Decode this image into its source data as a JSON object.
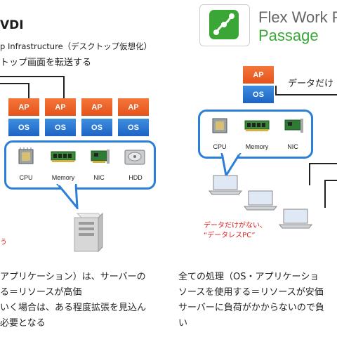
{
  "left_panel": {
    "title": "VDI",
    "subtitle": "p Infrastructure（デスクトップ仮想化）",
    "subtitle2": "トップ画面を転送する",
    "stacks": [
      {
        "ap": "AP",
        "os": "OS"
      },
      {
        "ap": "AP",
        "os": "OS"
      },
      {
        "ap": "AP",
        "os": "OS"
      },
      {
        "ap": "AP",
        "os": "OS"
      }
    ],
    "hardware": [
      "CPU",
      "Memory",
      "NIC",
      "HDD"
    ],
    "red_fragment": "う",
    "description": [
      "アプリケーション）は、サーバーの",
      "る＝リソースが高価",
      "いく場合は、ある程度拡張を見込ん",
      "必要となる"
    ]
  },
  "right_panel": {
    "logo_line1": "Flex Work Pl",
    "logo_line2": "Passage",
    "ap": "AP",
    "os": "OS",
    "data_label": "データだけ",
    "hardware": [
      "CPU",
      "Memory",
      "NIC"
    ],
    "red_note_line1": "データだけがない、",
    "red_note_line2": "“データレスPC”",
    "description": [
      "全ての処理（OS・アプリケーショ",
      "ソースを使用する＝リソースが安価",
      "サーバーに負荷がかからないので負",
      "い"
    ]
  },
  "colors": {
    "ap": "#e85a22",
    "os": "#2a72d0",
    "bubble_border": "#2c7fd8",
    "red_note": "#e02020",
    "logo_green": "#3aa636"
  }
}
